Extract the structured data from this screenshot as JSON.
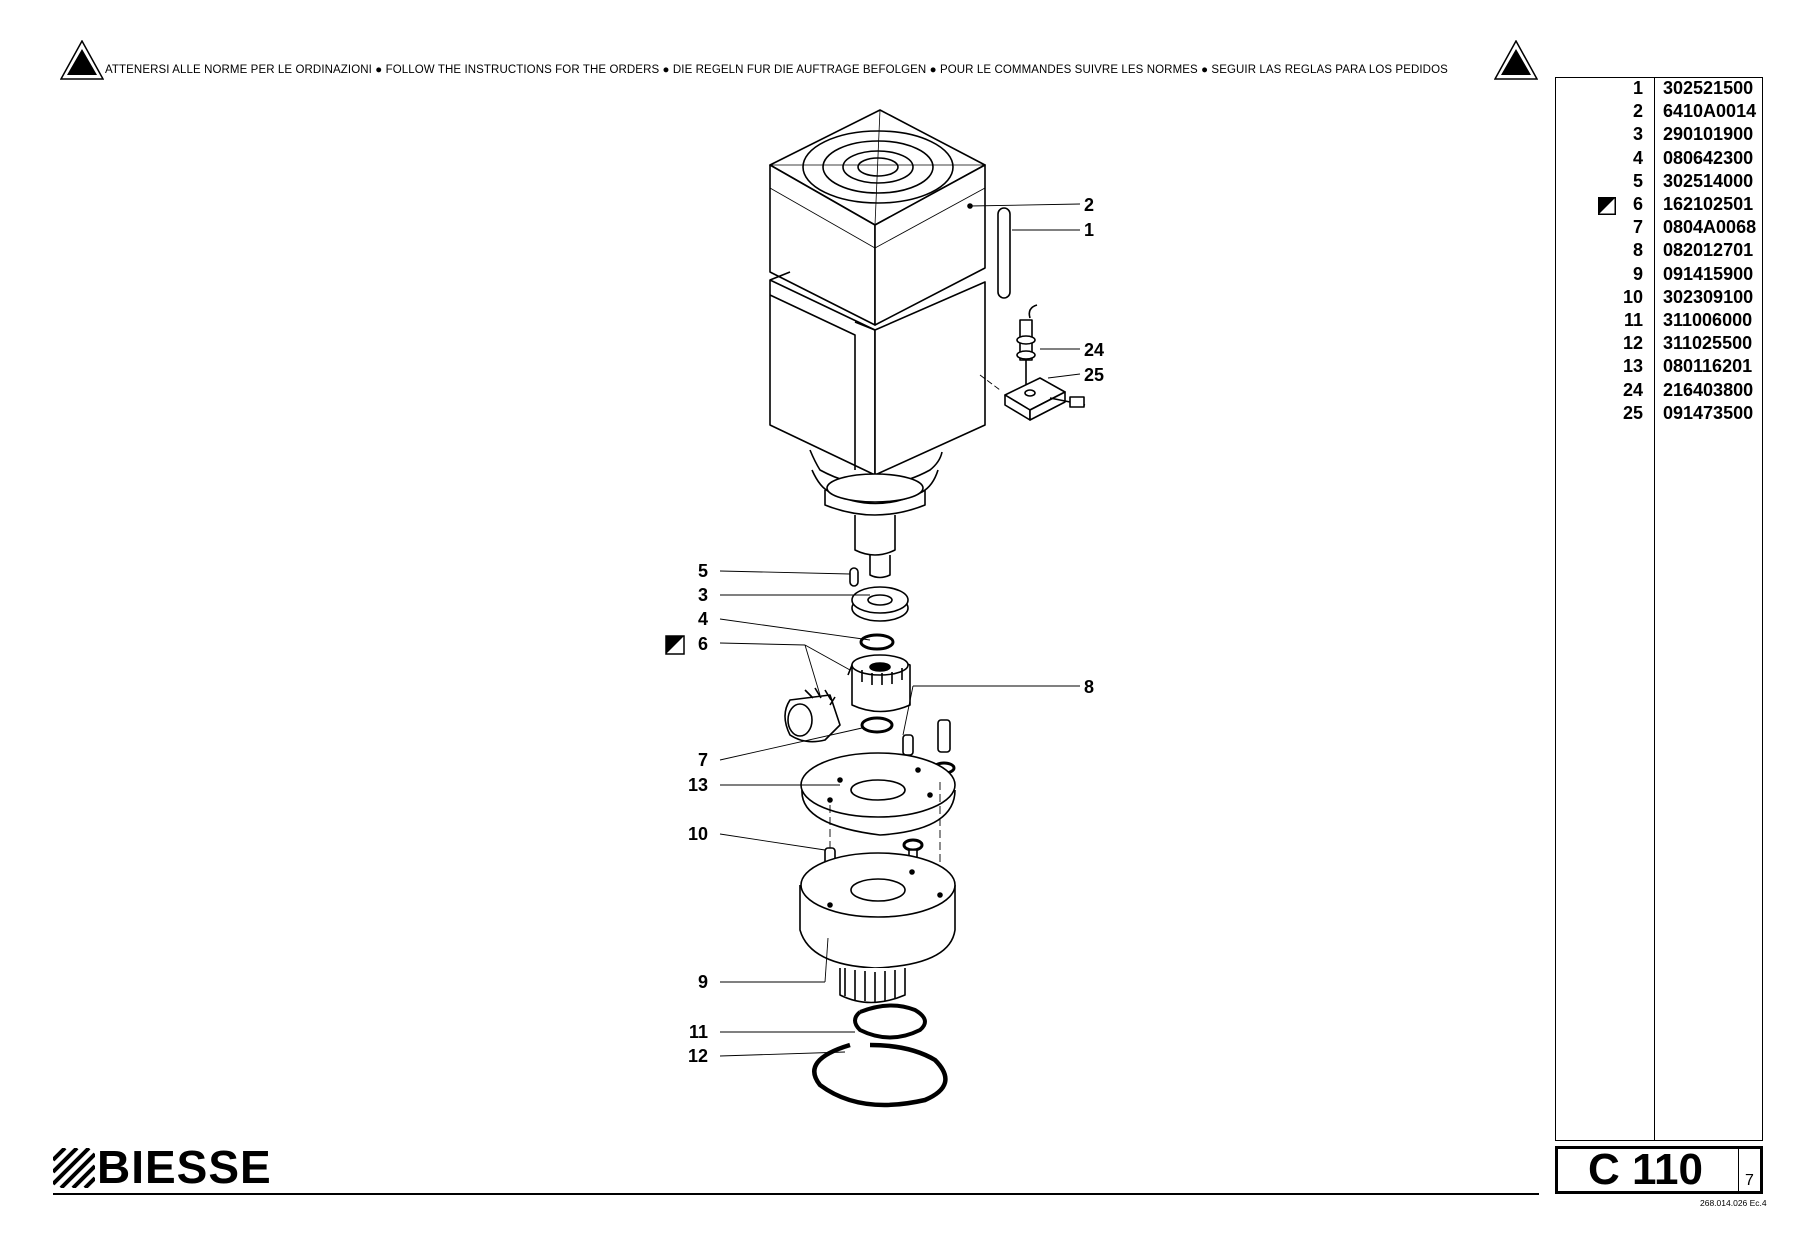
{
  "header": {
    "instructions": "ATTENERSI ALLE NORME PER LE ORDINAZIONI  ●  FOLLOW THE INSTRUCTIONS FOR THE ORDERS  ●  DIE REGELN FUR DIE AUFTRAGE BEFOLGEN  ●  POUR LE COMMANDES SUIVRE LES NORMES  ●  SEGUIR LAS REGLAS PARA LOS PEDIDOS"
  },
  "callouts": {
    "c1": "1",
    "c2": "2",
    "c3": "3",
    "c4": "4",
    "c5": "5",
    "c6": "6",
    "c7": "7",
    "c8": "8",
    "c9": "9",
    "c10": "10",
    "c11": "11",
    "c12": "12",
    "c13": "13",
    "c24": "24",
    "c25": "25"
  },
  "parts": [
    {
      "pos": "1",
      "code": "302521500"
    },
    {
      "pos": "2",
      "code": "6410A0014"
    },
    {
      "pos": "3",
      "code": "290101900"
    },
    {
      "pos": "4",
      "code": "080642300"
    },
    {
      "pos": "5",
      "code": "302514000"
    },
    {
      "pos": "6",
      "code": "162102501",
      "marked": true
    },
    {
      "pos": "7",
      "code": "0804A0068"
    },
    {
      "pos": "8",
      "code": "082012701"
    },
    {
      "pos": "9",
      "code": "091415900"
    },
    {
      "pos": "10",
      "code": "302309100"
    },
    {
      "pos": "11",
      "code": "311006000"
    },
    {
      "pos": "12",
      "code": "311025500"
    },
    {
      "pos": "13",
      "code": "080116201"
    },
    {
      "pos": "24",
      "code": "216403800"
    },
    {
      "pos": "25",
      "code": "091473500"
    }
  ],
  "footer": {
    "brand": "BIESSE",
    "drawing_code": "C 110",
    "page": "7",
    "doc_ref": "268.014.026 Ec.4"
  }
}
